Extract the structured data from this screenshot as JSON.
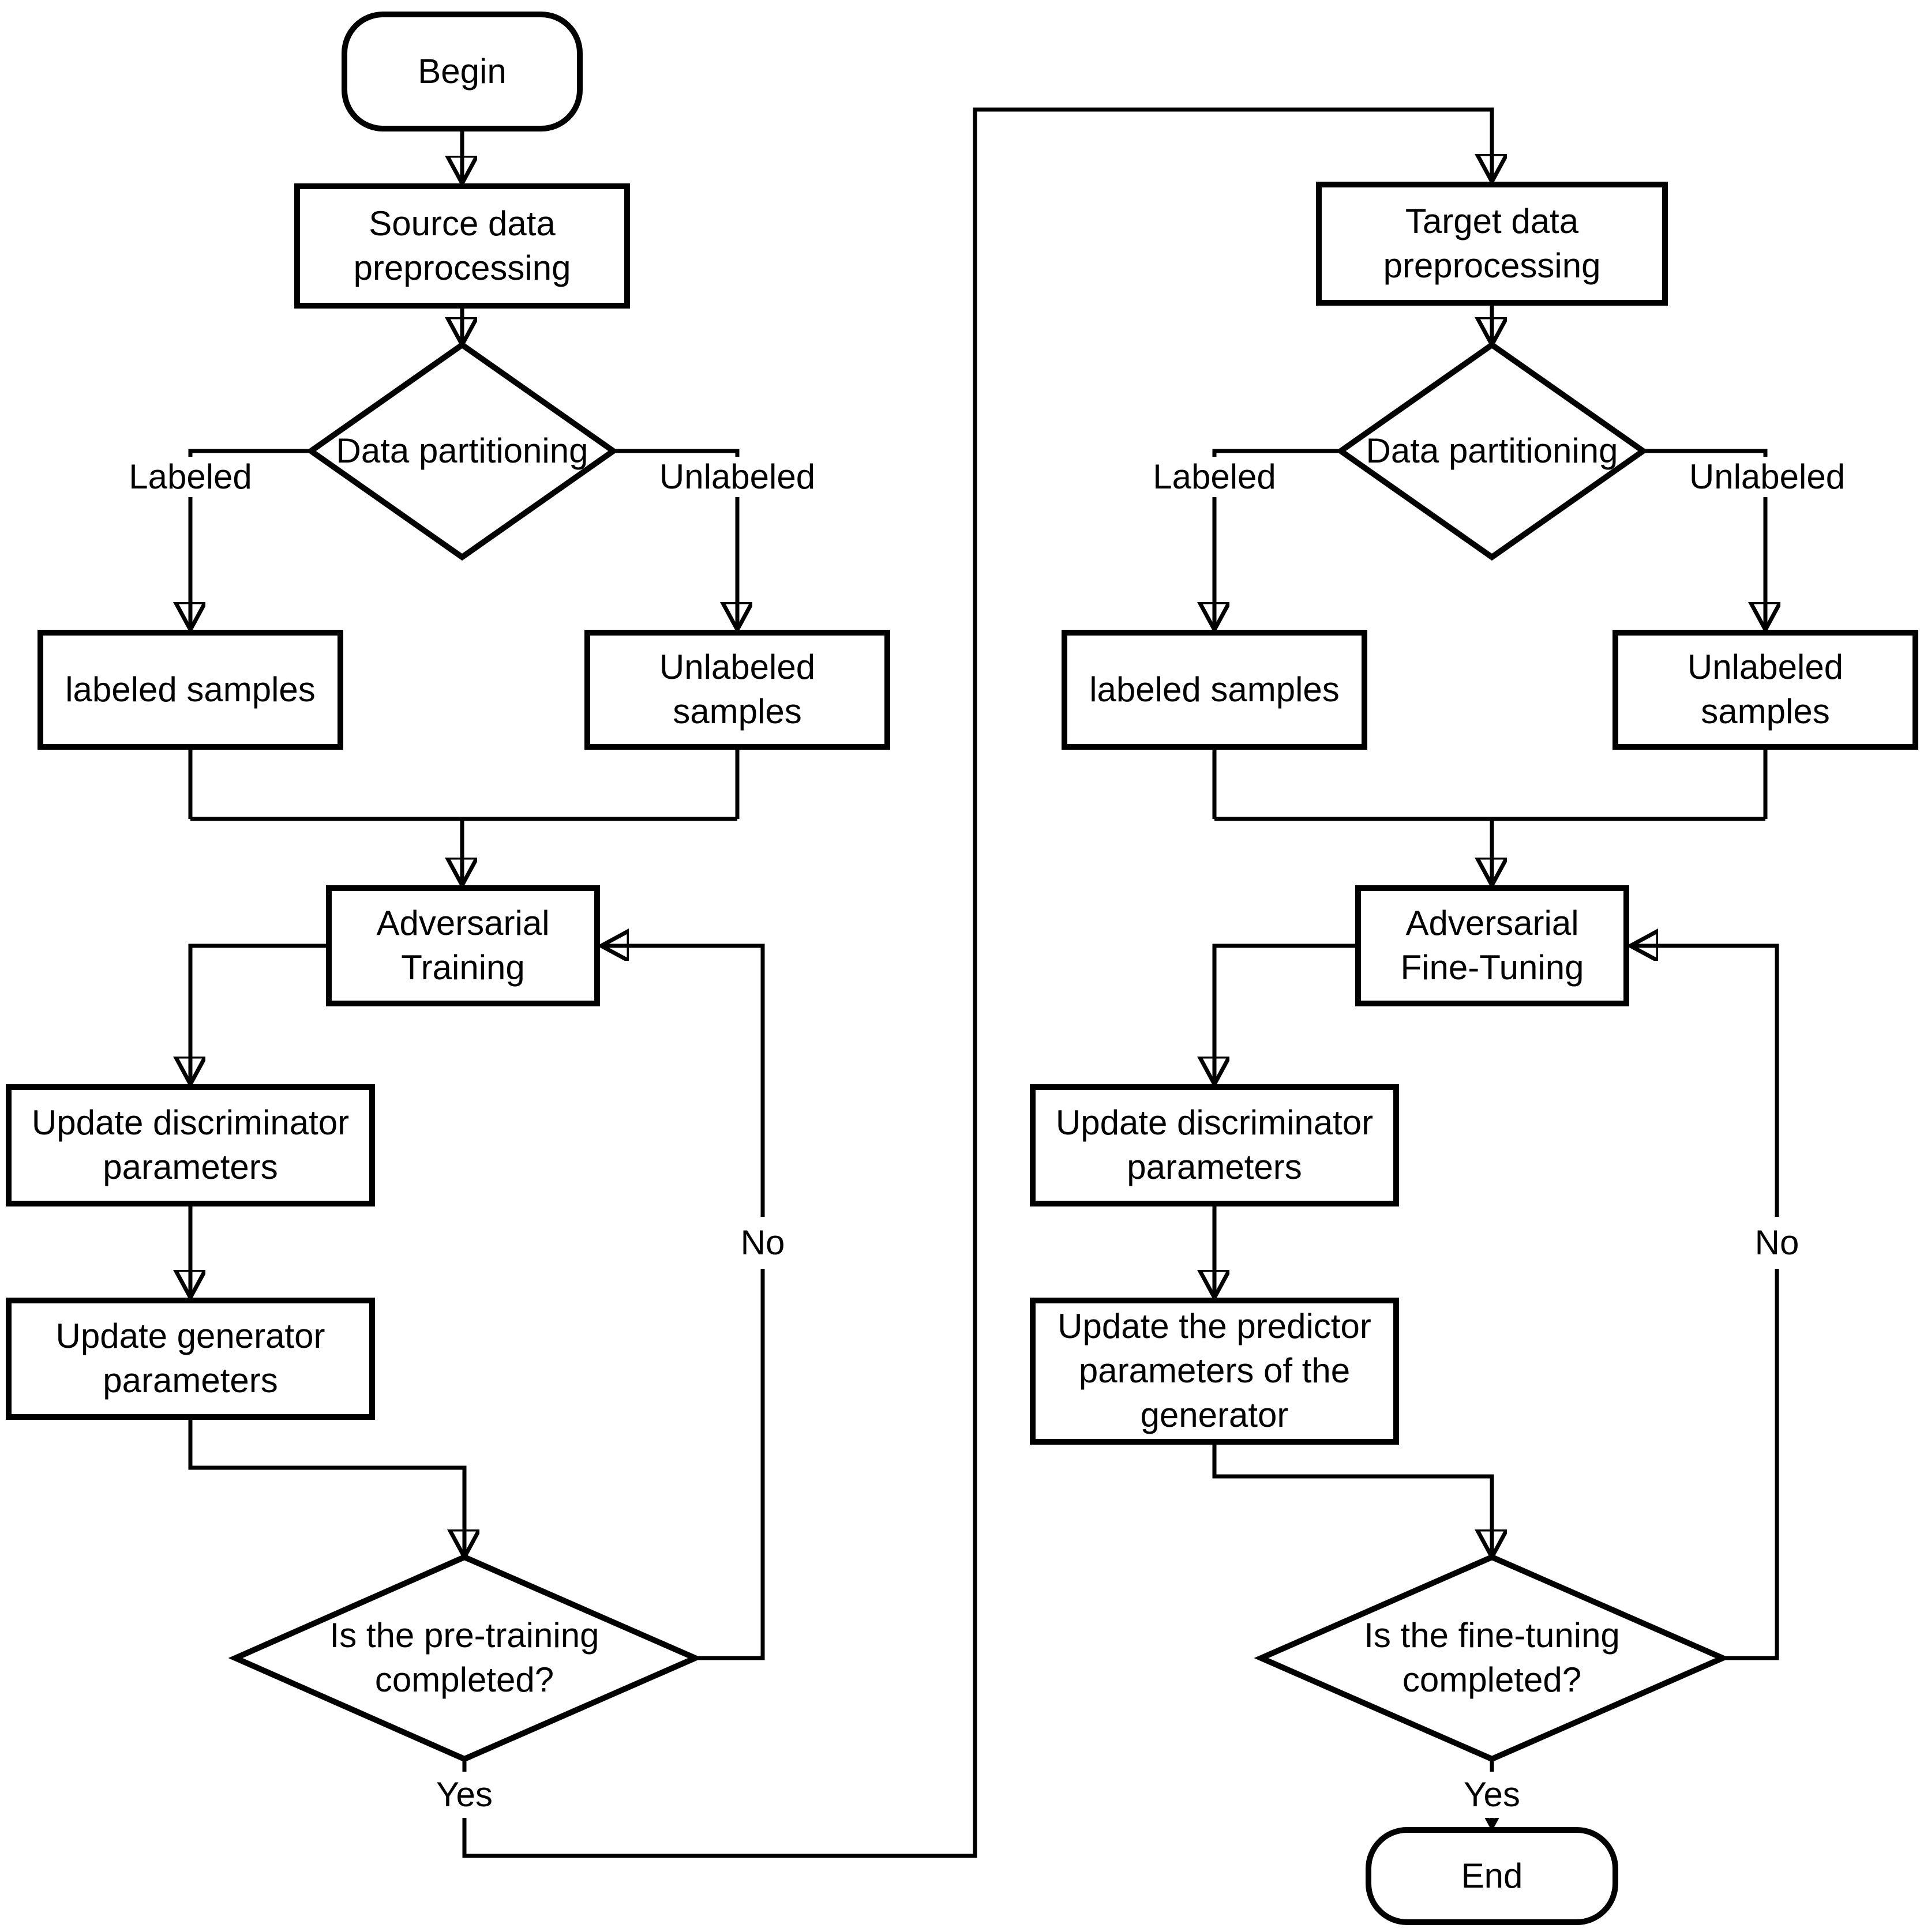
{
  "colors": {
    "line": "#000000",
    "shape_fill": "#ffffff",
    "background": "#ffffff",
    "text": "#000000"
  },
  "nodes": {
    "begin": {
      "label": "Begin"
    },
    "source": {
      "label": "Source data preprocessing"
    },
    "partition_left": {
      "label": "Data partitioning"
    },
    "labeled_samples_left": {
      "label": "labeled samples"
    },
    "unlabeled_samples_left": {
      "label": "Unlabeled samples"
    },
    "adversarial_training": {
      "label": "Adversarial Training"
    },
    "update_discriminator_left": {
      "label": "Update discriminator parameters"
    },
    "update_generator": {
      "label": "Update generator parameters"
    },
    "pretraining_decision": {
      "label": "Is the pre-training completed?"
    },
    "target": {
      "label": "Target data preprocessing"
    },
    "partition_right": {
      "label": "Data partitioning"
    },
    "labeled_samples_right": {
      "label": "labeled samples"
    },
    "unlabeled_samples_right": {
      "label": "Unlabeled samples"
    },
    "adversarial_finetuning": {
      "label": "Adversarial Fine-Tuning"
    },
    "update_discriminator_right": {
      "label": "Update discriminator parameters"
    },
    "update_predictor": {
      "label": "Update the predictor parameters of the generator"
    },
    "finetuning_decision": {
      "label": "Is the fine-tuning completed?"
    },
    "end": {
      "label": "End"
    }
  },
  "edge_labels": {
    "labeled_left": {
      "label": "Labeled"
    },
    "unlabeled_left": {
      "label": "Unlabeled"
    },
    "labeled_right": {
      "label": "Labeled"
    },
    "unlabeled_right": {
      "label": "Unlabeled"
    },
    "yes_left": {
      "label": "Yes"
    },
    "no_left": {
      "label": "No"
    },
    "yes_right": {
      "label": "Yes"
    },
    "no_right": {
      "label": "No"
    }
  }
}
